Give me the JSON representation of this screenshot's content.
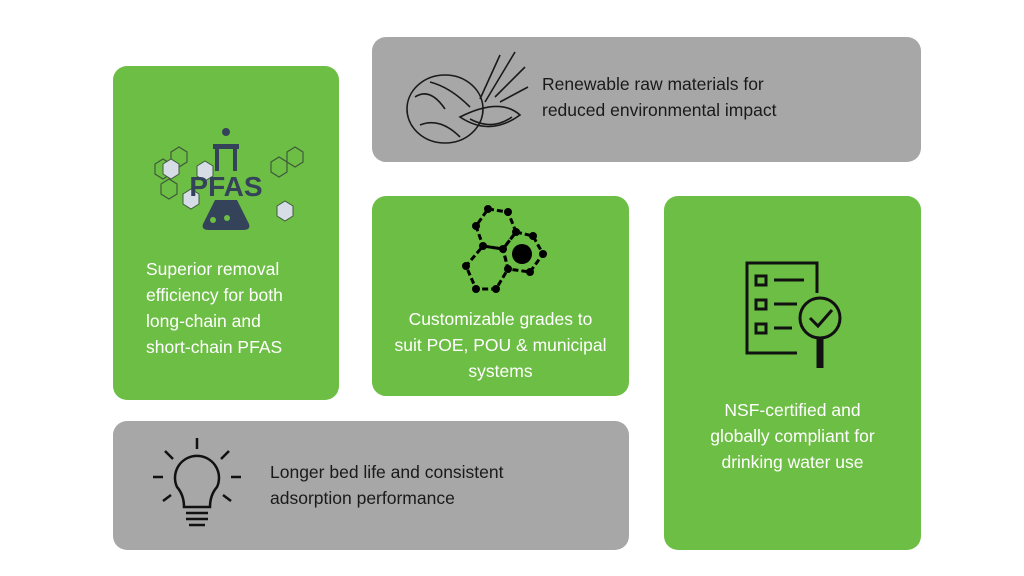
{
  "colors": {
    "green": "#6dbe45",
    "gray": "#a7a7a7"
  },
  "cards": [
    {
      "id": "pfas",
      "icon": "pfas-flask-icon",
      "logo_text": "PFAS",
      "lines": [
        "Superior removal",
        "efficiency for both",
        "long-chain and",
        "short-chain PFAS"
      ]
    },
    {
      "id": "renewable",
      "icon": "coconut-icon",
      "lines": [
        "Renewable raw materials for",
        "reduced environmental impact"
      ]
    },
    {
      "id": "custom",
      "icon": "molecule-icon",
      "lines": [
        "Customizable grades to",
        "suit POE, POU & municipal",
        "systems"
      ]
    },
    {
      "id": "nsf",
      "icon": "checklist-magnifier-icon",
      "lines": [
        "NSF-certified and",
        "globally compliant for",
        "drinking water use"
      ]
    },
    {
      "id": "bedlife",
      "icon": "lightbulb-icon",
      "lines": [
        "Longer bed life and consistent",
        "adsorption performance"
      ]
    }
  ]
}
